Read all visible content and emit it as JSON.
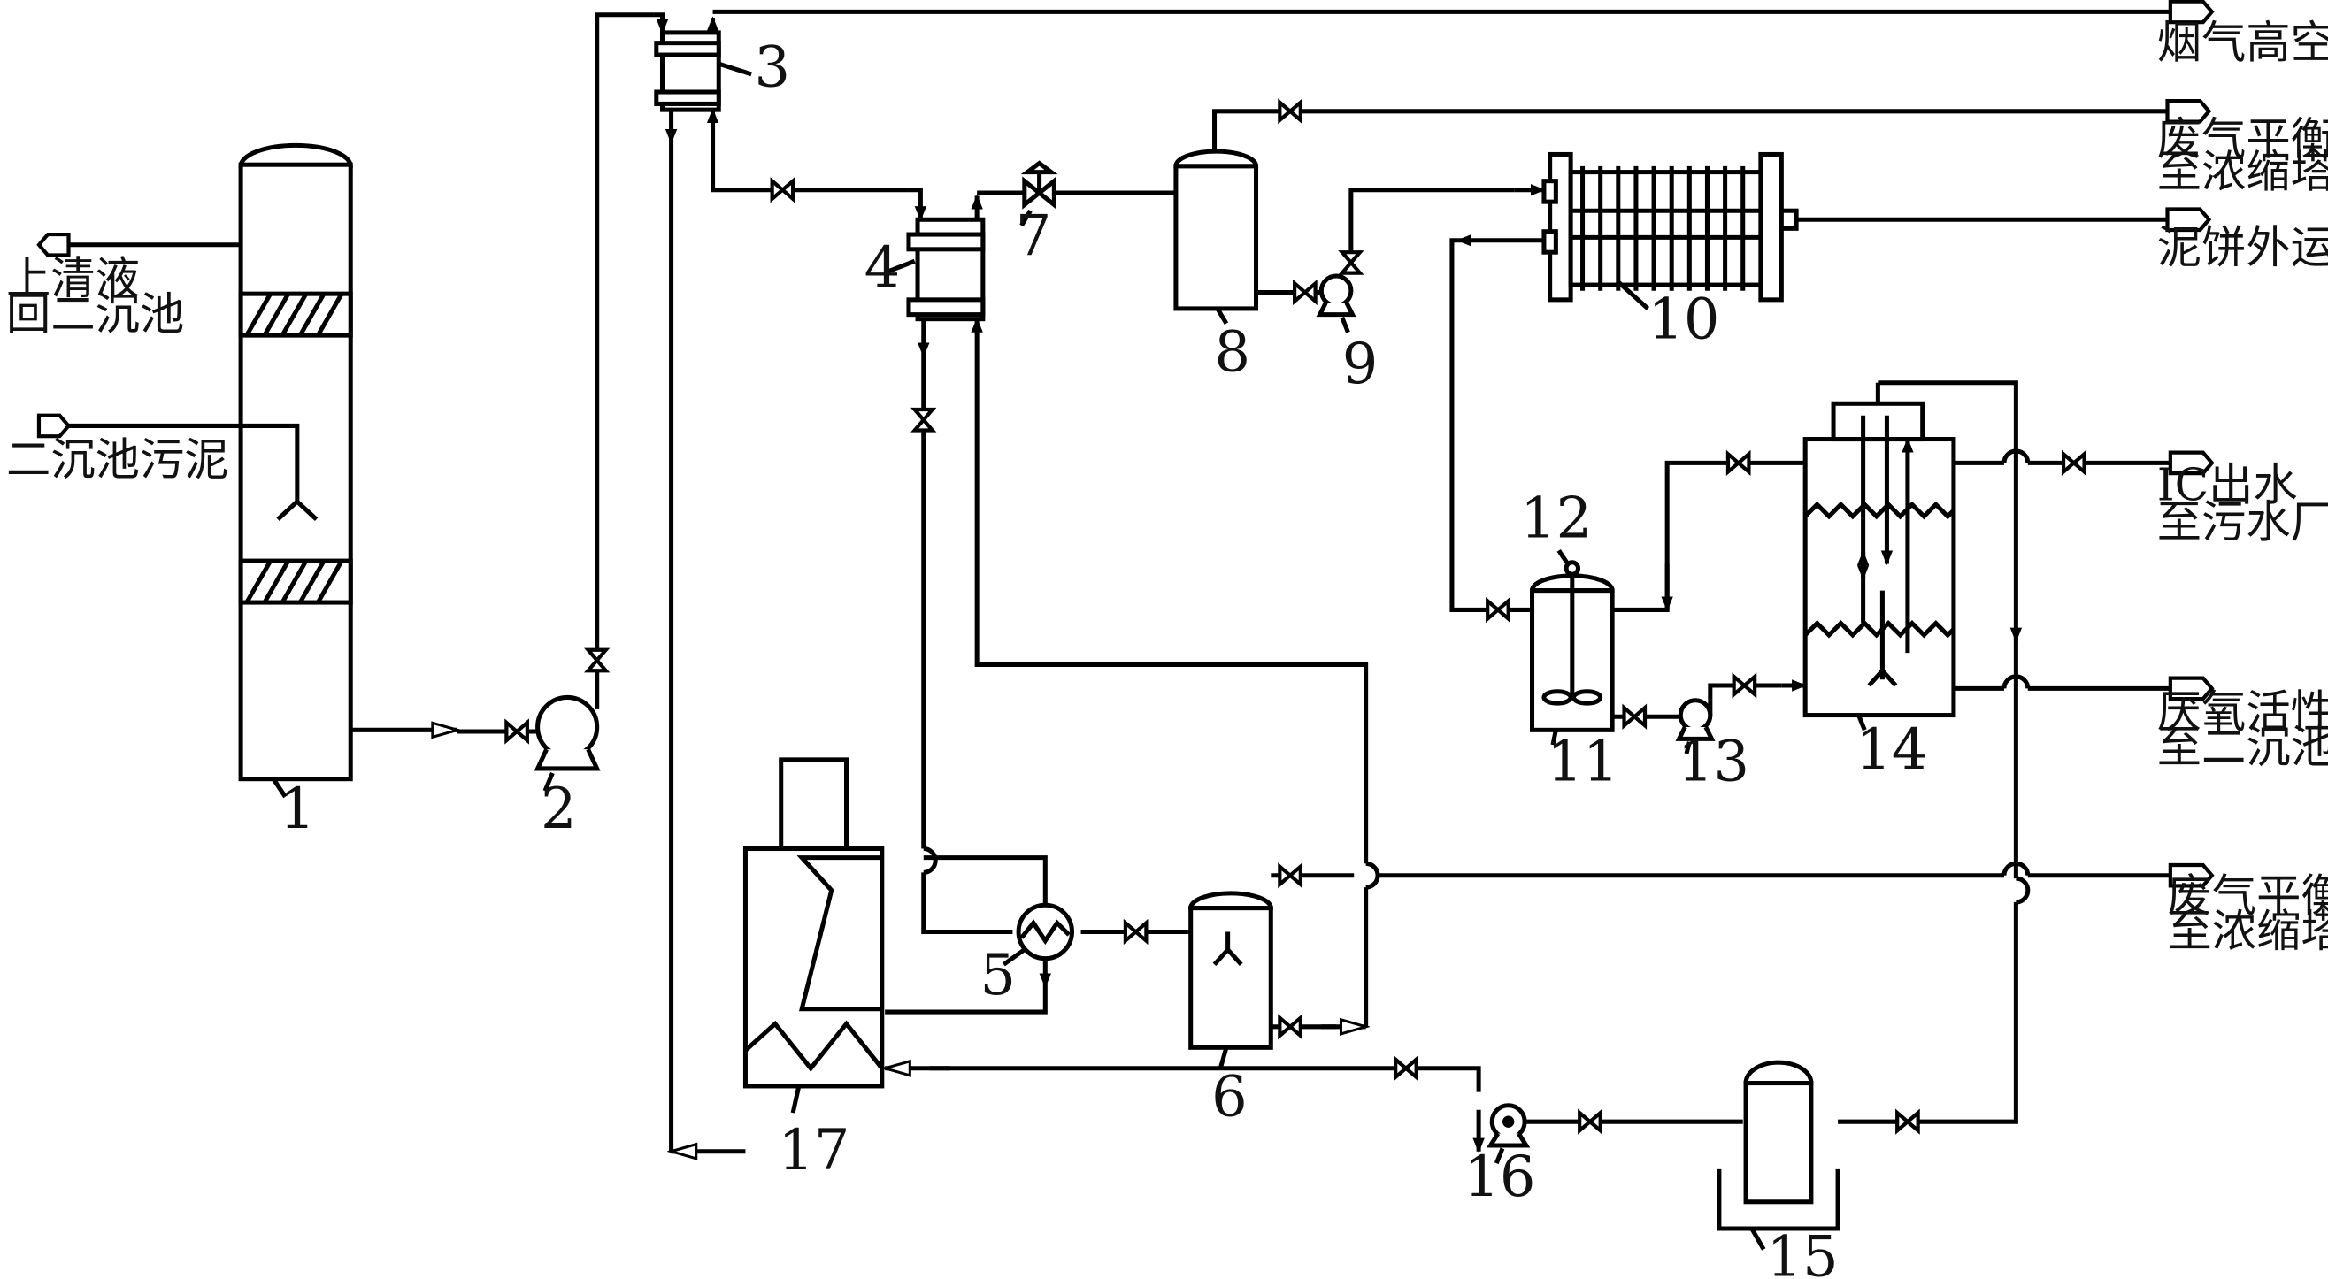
{
  "labels": {
    "supernatant_l1": "上清液",
    "supernatant_l2": "回二沉池",
    "sludge_in": "二沉池污泥",
    "flue_gas": "烟气高空排放",
    "waste_gas_top_l1": "废气平衡管",
    "waste_gas_top_l2": "至浓缩塔",
    "sludge_cake": "泥饼外运",
    "ic_out_l1": "IC出水",
    "ic_out_l2": "至污水厂",
    "anaerobic_l1": "厌氧活性污泥",
    "anaerobic_l2": "至二沉池",
    "waste_gas_mid_l1": "废气平衡管",
    "waste_gas_mid_l2": "至浓缩塔"
  },
  "numbers": {
    "n1": "1",
    "n2": "2",
    "n3": "3",
    "n4": "4",
    "n5": "5",
    "n6": "6",
    "n7": "7",
    "n8": "8",
    "n9": "9",
    "n10": "10",
    "n11": "11",
    "n12": "12",
    "n13": "13",
    "n14": "14",
    "n15": "15",
    "n16": "16",
    "n17": "17"
  }
}
